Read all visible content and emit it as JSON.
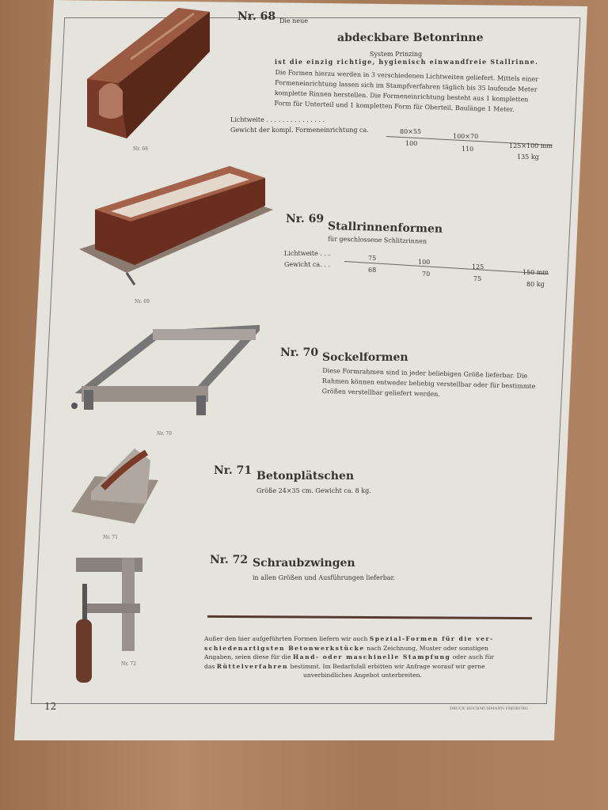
{
  "page_number": "12",
  "printer_mark": "DRUCK HOCHMUHMANN FREIBURG",
  "items": [
    {
      "nr": "Nr. 68",
      "pre": "Die neue",
      "title": "abdeckbare Betonrinne",
      "subtitle": "System Prinzing",
      "caption": "Nr. 68",
      "lead": "ist die einzig richtige, hygienisch einwandfreie Stallrinne.",
      "text": [
        "Die Formen hierzu werden in 3 verschiedenen Lichtweiten geliefert. Mittels einer",
        "Formeneinrichtung lassen sich im Stampfverfahren täglich bis 35 laufende Meter",
        "komplette Rinnen herstellen. Die Formeneinrichtung besteht aus 1 kompletten",
        "Form für Unterteil und 1 kompletten Form für Oberteil, Baulänge 1 Meter."
      ],
      "row_labels": [
        "Lichtweite . . . . . . . . . . . . . . .",
        "Gewicht der kompl. Formeneinrichtung ca."
      ],
      "sizes": [
        "80×55",
        "100×70",
        "125×100 mm"
      ],
      "weights": [
        "100",
        "110",
        "135 kg"
      ]
    },
    {
      "nr": "Nr. 69",
      "title": "Stallrinnenformen",
      "subtitle": "für geschlossene Schlitzrinnen",
      "caption": "Nr. 69",
      "row_labels": [
        "Lichtweite . . .",
        "Gewicht ca. . ."
      ],
      "sizes": [
        "75",
        "100",
        "125",
        "150 mm"
      ],
      "weights": [
        "68",
        "70",
        "75",
        "80 kg"
      ]
    },
    {
      "nr": "Nr. 70",
      "title": "Sockelformen",
      "caption": "Nr. 70",
      "text": [
        "Diese Formrahmen sind in jeder beliebigen Größe lieferbar. Die",
        "Rahmen können entweder beliebig verstellbar oder für bestimmte",
        "Größen verstellbar geliefert werden."
      ]
    },
    {
      "nr": "Nr. 71",
      "title": "Betonplätschen",
      "caption": "Nr. 71",
      "text": [
        "Größe 24×35 cm. Gewicht ca. 8 kg."
      ]
    },
    {
      "nr": "Nr. 72",
      "title": "Schraubzwingen",
      "caption": "Nr. 72",
      "text": [
        "in allen Größen und Ausführungen lieferbar."
      ]
    }
  ],
  "footer": {
    "l1a": "Außer den hier aufgeführten Formen liefern wir auch ",
    "l1b": "Spezial-Formen für die ver-",
    "l2a": "schiedenartigsten Betonwerkstücke",
    "l2b": " nach Zeichnung, Muster oder sonstigen",
    "l3a": "Angaben, seien diese für die ",
    "l3b": "Hand- oder maschinelle Stampfung",
    "l3c": " oder auch für",
    "l4a": "das ",
    "l4b": "Rüttelverfahren",
    "l4c": " bestimmt. Im Bedarfsfall erbitten wir Anfrage worauf wir gerne",
    "l5": "unverbindliches Angebot unterbreiten."
  }
}
